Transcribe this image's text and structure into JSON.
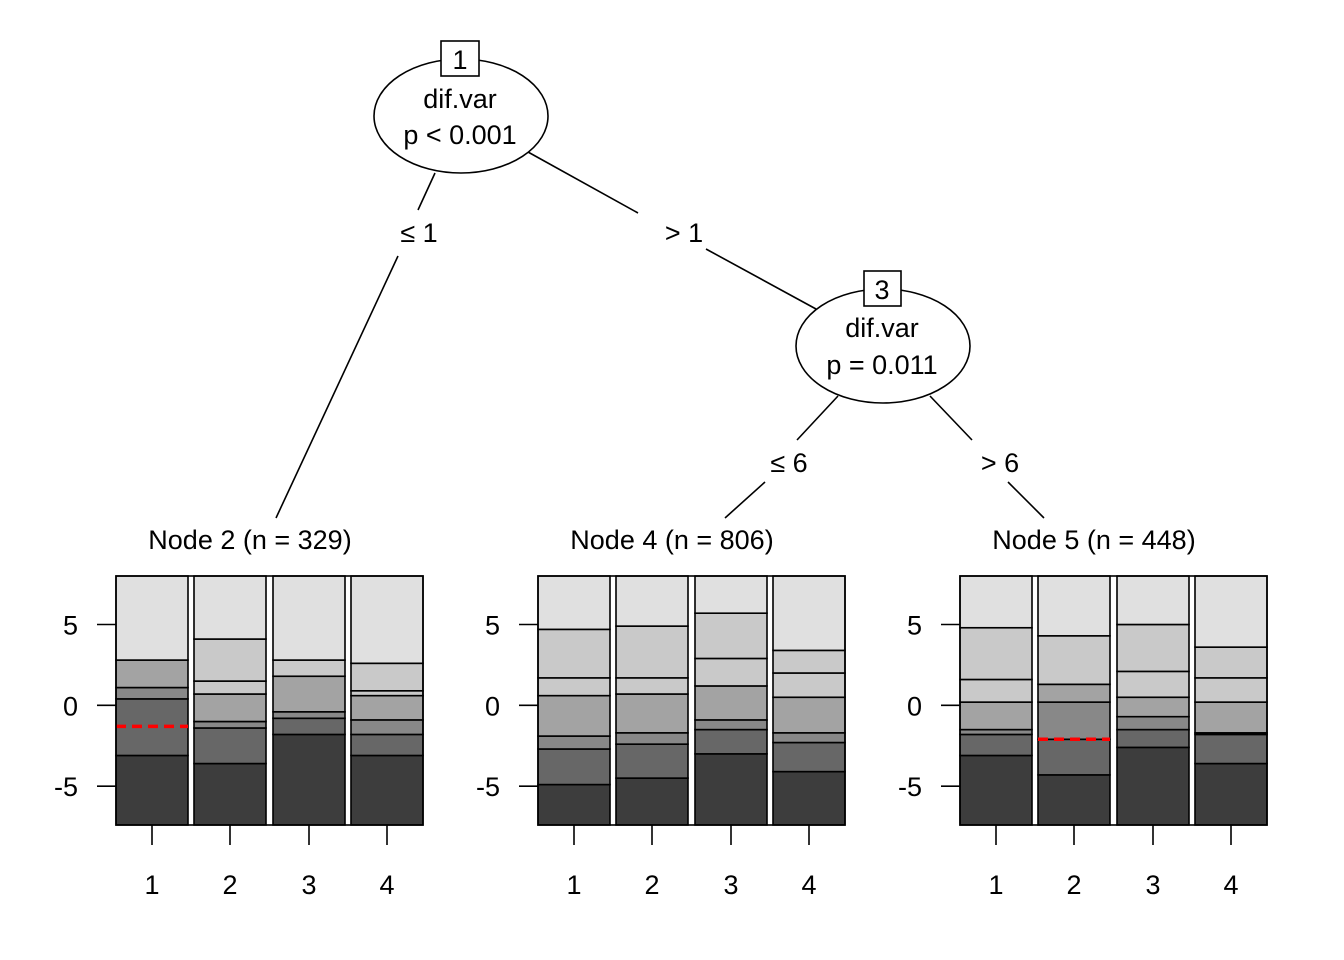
{
  "tree": {
    "inner_nodes": [
      {
        "id": "1",
        "variable": "dif.var",
        "pvalue": "p < 0.001"
      },
      {
        "id": "3",
        "variable": "dif.var",
        "pvalue": "p = 0.011"
      }
    ],
    "edges": [
      {
        "from": "1",
        "to": "2",
        "label": "≤ 1"
      },
      {
        "from": "1",
        "to": "3",
        "label": "> 1"
      },
      {
        "from": "3",
        "to": "4",
        "label": "≤ 6"
      },
      {
        "from": "3",
        "to": "5",
        "label": "> 6"
      }
    ],
    "terminal_nodes": [
      {
        "id": "2",
        "title": "Node 2 (n = 329)",
        "dashed_line_at": -1.3,
        "dashed_line_column": "1",
        "boundaries": [
          [
            -3.1,
            0.4,
            1.1,
            2.8
          ],
          [
            -3.6,
            -1.4,
            -1.0,
            0.7,
            1.5,
            4.1
          ],
          [
            -1.8,
            -0.8,
            -0.4,
            1.8,
            2.8
          ],
          [
            -3.1,
            -1.8,
            -0.9,
            0.6,
            0.9,
            2.6
          ]
        ]
      },
      {
        "id": "4",
        "title": "Node 4 (n = 806)",
        "dashed_line_at": null,
        "boundaries": [
          [
            -4.9,
            -2.7,
            -1.9,
            0.6,
            1.7,
            4.7
          ],
          [
            -4.5,
            -2.4,
            -1.7,
            0.7,
            1.7,
            4.9
          ],
          [
            -3.0,
            -1.5,
            -0.9,
            1.2,
            2.9,
            5.7
          ],
          [
            -4.1,
            -2.3,
            -1.7,
            0.5,
            2.0,
            3.4
          ]
        ]
      },
      {
        "id": "5",
        "title": "Node 5 (n = 448)",
        "dashed_line_at": -2.1,
        "dashed_line_column": "2",
        "boundaries": [
          [
            -3.1,
            -1.8,
            -1.5,
            0.2,
            1.6,
            4.8
          ],
          [
            -4.3,
            -2.1,
            0.2,
            1.3,
            4.3
          ],
          [
            -2.6,
            -1.5,
            -0.7,
            0.5,
            2.1,
            5.0
          ],
          [
            -3.6,
            -1.8,
            -1.7,
            0.2,
            1.7,
            3.6
          ]
        ]
      }
    ],
    "y_axis": {
      "min": -7.4,
      "max": 8.0,
      "ticks": [
        5,
        0,
        -5
      ],
      "tick_labels": [
        "5",
        "0",
        "-5"
      ]
    },
    "x_categories": [
      "1",
      "2",
      "3",
      "4"
    ],
    "colors": {
      "shades": [
        "#3d3d3d",
        "#676767",
        "#888888",
        "#a3a3a3",
        "#c9c9c9",
        "#e0e0e0"
      ],
      "dashed_line": "#ff0000",
      "stroke": "#000000"
    }
  }
}
